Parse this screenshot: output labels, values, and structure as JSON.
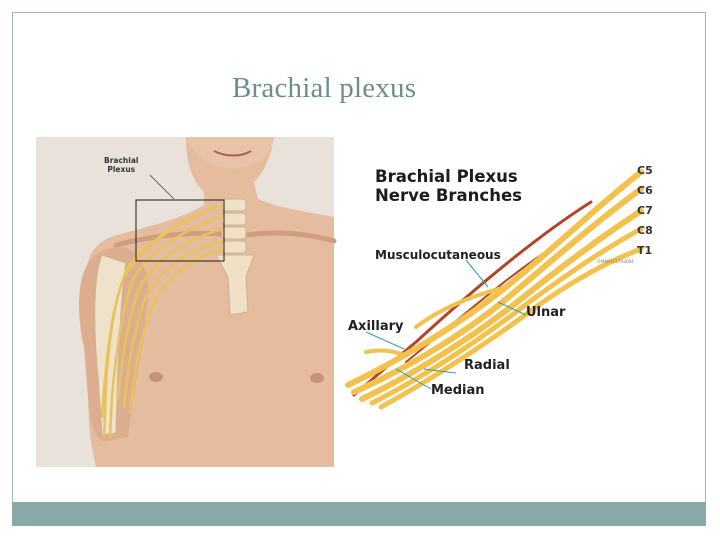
{
  "slide": {
    "title": "Brachial plexus"
  },
  "figure": {
    "heading_line1": "Brachial Plexus",
    "heading_line2": "Nerve Branches",
    "body_label_line1": "Brachial",
    "body_label_line2": "Plexus",
    "branches": {
      "musculocutaneous": "Musculocutaneous",
      "ulnar": "Ulnar",
      "axillary": "Axillary",
      "radial": "Radial",
      "median": "Median"
    },
    "roots": [
      "C5",
      "C6",
      "C7",
      "C8",
      "T1"
    ],
    "credit": "©MMXI CCTA3604",
    "colors": {
      "nerve": "#f2c14e",
      "nerve_dark": "#c8762a",
      "artery": "#b0452a",
      "skin": "#e7c0a4",
      "skin_shadow": "#d8a98b",
      "accent": "#89a9a9"
    }
  }
}
